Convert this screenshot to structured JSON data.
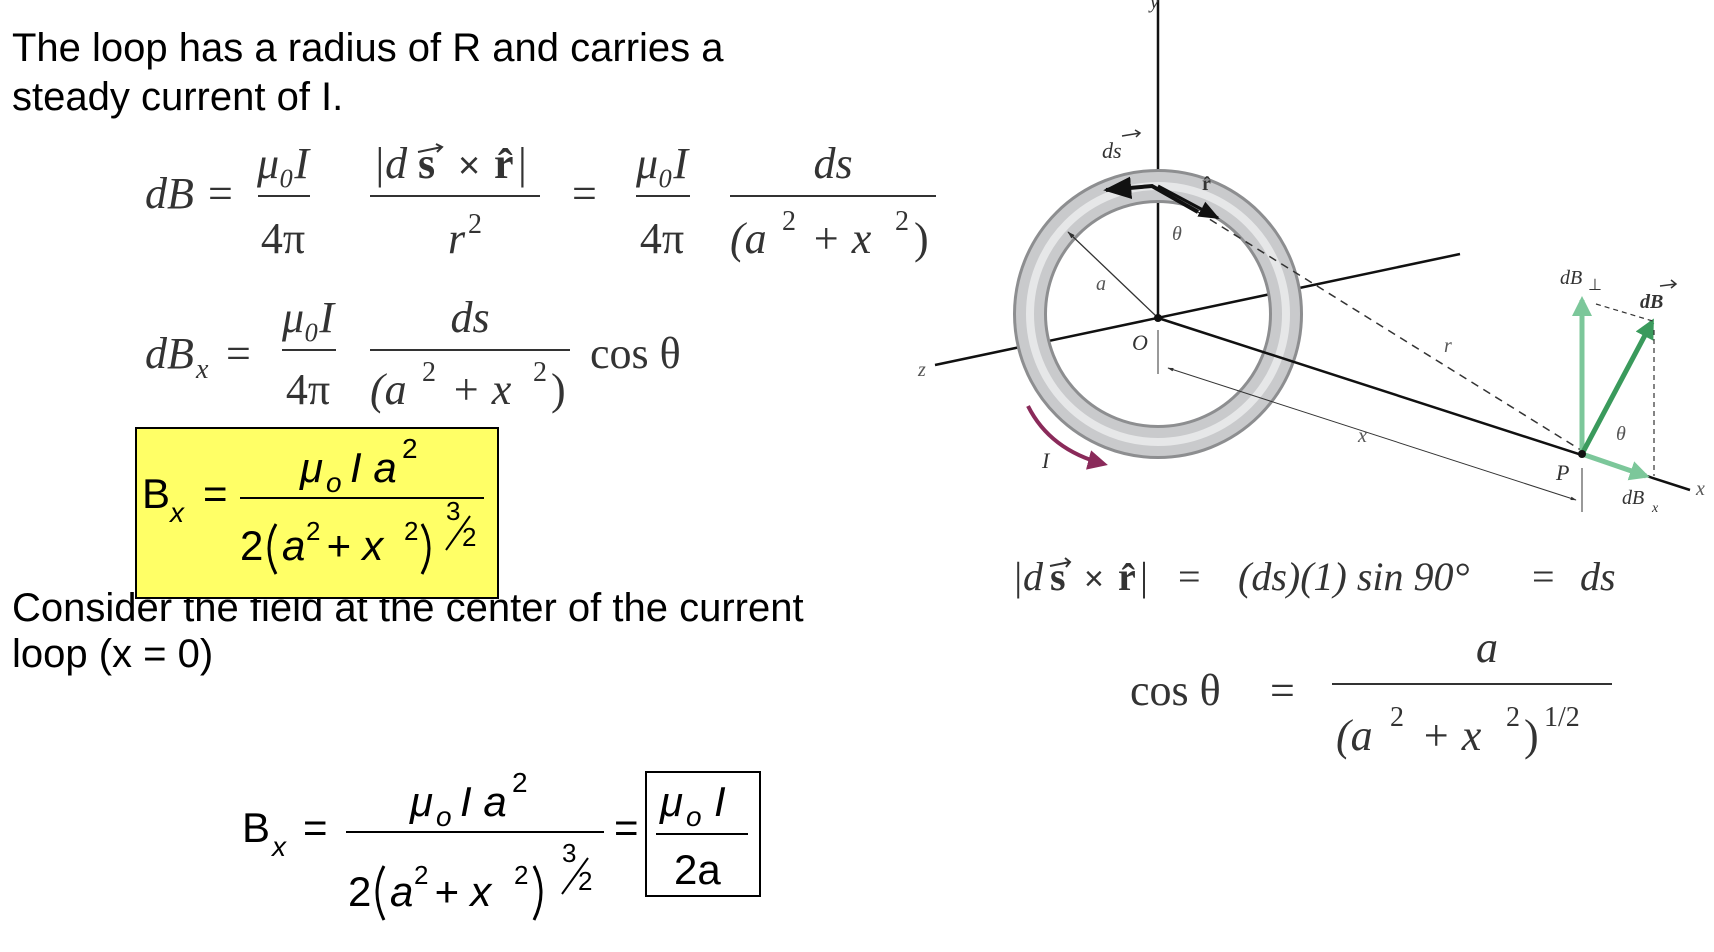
{
  "intro": {
    "line1": "The loop has a radius of R and carries a",
    "line2": "steady current of I."
  },
  "eq1": {
    "lhs": "dB",
    "eq": "=",
    "eq2": "=",
    "f1_num": "μ₀I",
    "f1_den": "4π",
    "f2_num_a": "|d",
    "f2_num_s": "s",
    "f2_num_x": "×",
    "f2_num_r": "r̂",
    "f2_num_bar": "|",
    "f2_den": "r",
    "f2_den_exp": "2",
    "f3_num": "μ₀I",
    "f3_den": "4π",
    "f4_num": "ds",
    "f4_den_a": "(a",
    "f4_den_e1": "2",
    "f4_den_plus": " + x",
    "f4_den_e2": "2",
    "f4_den_close": ")"
  },
  "eq2": {
    "lhs": "dB",
    "lhs_sub": "x",
    "eq": "=",
    "f1_num": "μ₀I",
    "f1_den": "4π",
    "f2_num": "ds",
    "f2_den_a": "(a",
    "f2_den_e1": "2",
    "f2_den_plus": " + x",
    "f2_den_e2": "2",
    "f2_den_close": ")",
    "tail": "cos θ"
  },
  "boxed": {
    "lhs": "B",
    "lhs_sub": "x",
    "eq": "=",
    "num": "μ",
    "num_sub": "o",
    "num_I": "I a",
    "num_exp": "2",
    "den_2": "2",
    "den_a": "a",
    "den_e1": "2",
    "den_plus": "+ x",
    "den_e2": "2",
    "exp_num": "3",
    "exp_den": "2",
    "highlight": "#ffff66"
  },
  "consider": {
    "line1": "Consider the field at the center of the current",
    "line2": "loop (x = 0)"
  },
  "center_eq": {
    "lhs": "B",
    "lhs_sub": "x",
    "eq": "=",
    "eq2": "=",
    "num": "μ",
    "num_sub": "o",
    "num_I": "I a",
    "num_exp": "2",
    "den_2": "2",
    "den_a": "a",
    "den_e1": "2",
    "den_plus": "+ x",
    "den_e2": "2",
    "exp_num": "3",
    "exp_den": "2",
    "res_num": "μ",
    "res_sub": "o",
    "res_I": "I",
    "res_den": "2a"
  },
  "figure": {
    "y_label": "y",
    "z_label": "z",
    "x_label": "x",
    "x_dist": "x",
    "origin": "O",
    "point": "P",
    "radius": "a",
    "dist": "r",
    "ds": "ds",
    "rhat": "r̂",
    "theta1": "θ",
    "theta2": "θ",
    "dBperp": "dB",
    "perp": "⊥",
    "dB": "dB",
    "dBx": "dB",
    "dBx_sub": "x",
    "current": "I",
    "loop_color": "#c9cacc",
    "vector_color": "#3a9a5c",
    "arrow_light": "#7cc79a",
    "current_color": "#8a2a5a"
  },
  "rel1": {
    "lhs_a": "|d",
    "s": "s",
    "x": "×",
    "r": "r̂",
    "bar": "|",
    "eq": "=",
    "mid": "(ds)(1) sin 90°",
    "eq2": "=",
    "rhs": "ds"
  },
  "rel2": {
    "lhs": "cos θ",
    "eq": "=",
    "num": "a",
    "den_a": "(a",
    "den_e1": "2",
    "den_plus": " + x",
    "den_e2": "2",
    "den_close": ")",
    "den_exp": "1/2"
  }
}
